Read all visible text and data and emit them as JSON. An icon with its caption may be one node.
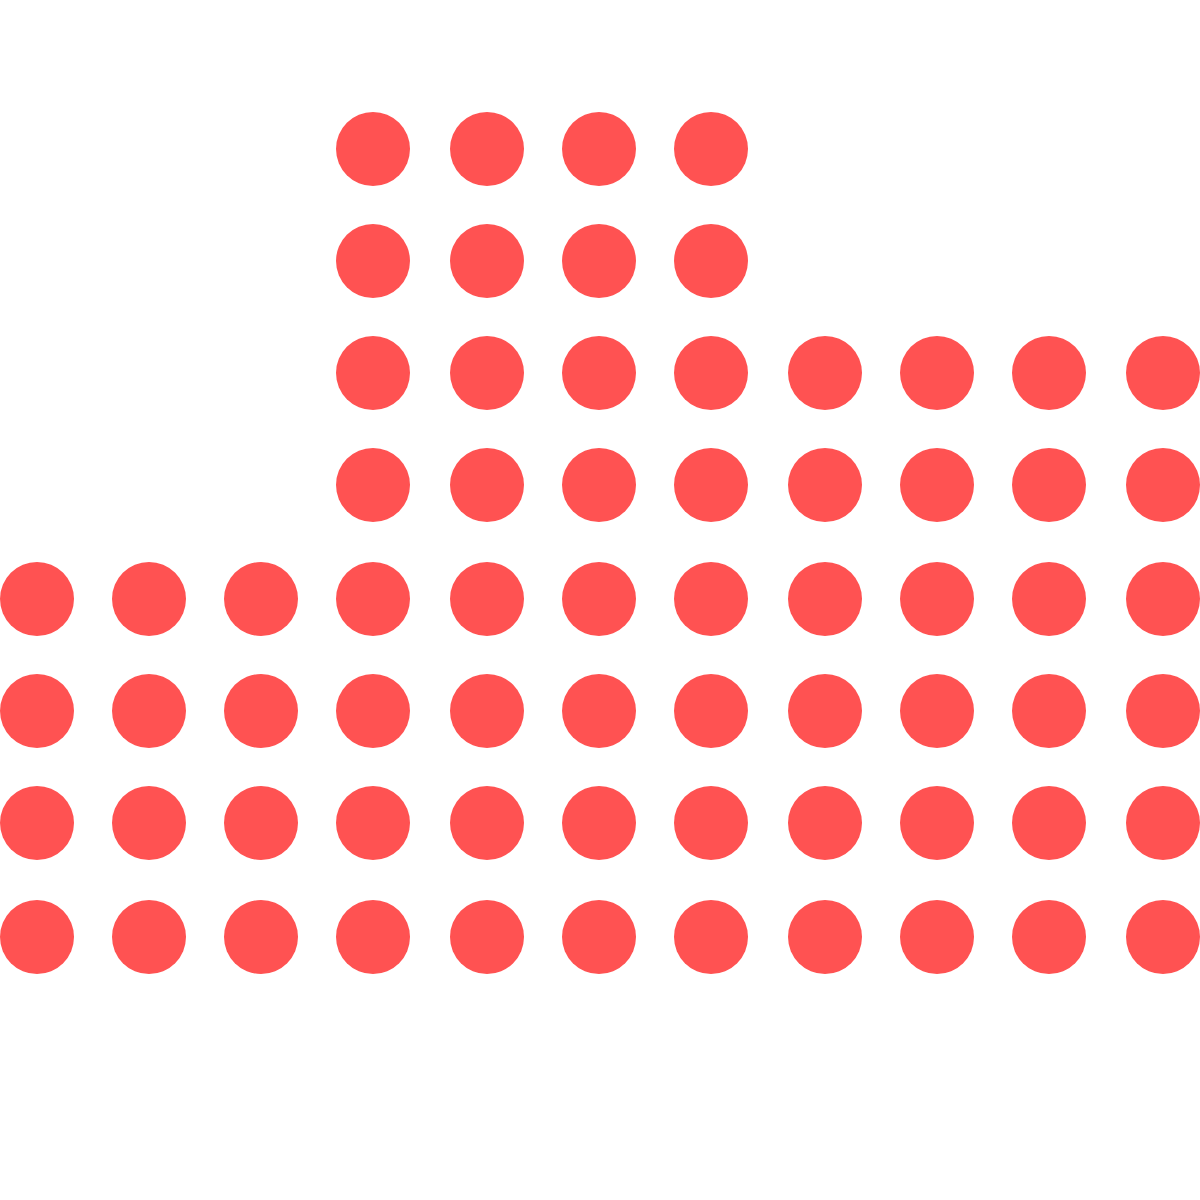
{
  "diagram": {
    "nodes": [
      {
        "text": [],
        "shape": "circle"
      },
      {
        "text": [],
        "shape": "circle"
      },
      {
        "text": [],
        "shape": "circle"
      },
      {
        "text": [],
        "shape": "circle"
      },
      {
        "text": [],
        "shape": "circle"
      },
      {
        "text": [],
        "shape": "circle"
      },
      {
        "text": [],
        "shape": "circle"
      },
      {
        "text": [],
        "shape": "circle"
      },
      {
        "text": [],
        "shape": "circle"
      },
      {
        "text": [],
        "shape": "circle"
      },
      {
        "text": [],
        "shape": "circle"
      },
      {
        "text": [],
        "shape": "circle"
      },
      {
        "text": [],
        "shape": "circle"
      },
      {
        "text": [],
        "shape": "circle"
      },
      {
        "text": [],
        "shape": "circle"
      },
      {
        "text": [],
        "shape": "circle"
      },
      {
        "text": [],
        "shape": "circle"
      },
      {
        "text": [],
        "shape": "circle"
      },
      {
        "text": [],
        "shape": "circle"
      },
      {
        "text": [],
        "shape": "circle"
      },
      {
        "text": [],
        "shape": "circle"
      },
      {
        "text": [],
        "shape": "circle"
      },
      {
        "text": [],
        "shape": "circle"
      },
      {
        "text": [],
        "shape": "circle"
      },
      {
        "text": [],
        "shape": "circle"
      },
      {
        "text": [],
        "shape": "circle"
      },
      {
        "text": [],
        "shape": "circle"
      },
      {
        "text": [],
        "shape": "circle"
      },
      {
        "text": [],
        "shape": "circle"
      },
      {
        "text": [],
        "shape": "circle"
      },
      {
        "text": [],
        "shape": "circle"
      },
      {
        "text": [],
        "shape": "circle"
      },
      {
        "text": [],
        "shape": "circle"
      },
      {
        "text": [],
        "shape": "circle"
      },
      {
        "text": [],
        "shape": "circle"
      },
      {
        "text": [],
        "shape": "circle"
      },
      {
        "text": [],
        "shape": "circle"
      },
      {
        "text": [],
        "shape": "circle"
      },
      {
        "text": [],
        "shape": "circle"
      },
      {
        "text": [],
        "shape": "circle"
      },
      {
        "text": [],
        "shape": "circle"
      },
      {
        "text": [],
        "shape": "circle"
      },
      {
        "text": [],
        "shape": "circle"
      },
      {
        "text": [],
        "shape": "circle"
      },
      {
        "text": [],
        "shape": "circle"
      },
      {
        "text": [],
        "shape": "circle"
      },
      {
        "text": [],
        "shape": "circle"
      },
      {
        "text": [],
        "shape": "circle"
      },
      {
        "text": [],
        "shape": "circle"
      },
      {
        "text": [],
        "shape": "circle"
      },
      {
        "text": [],
        "shape": "circle"
      },
      {
        "text": [],
        "shape": "circle"
      },
      {
        "text": [],
        "shape": "circle"
      },
      {
        "text": [],
        "shape": "circle"
      },
      {
        "text": [],
        "shape": "circle"
      },
      {
        "text": [],
        "shape": "circle"
      },
      {
        "text": [],
        "shape": "circle"
      },
      {
        "text": [],
        "shape": "circle"
      },
      {
        "text": [],
        "shape": "circle"
      },
      {
        "text": [],
        "shape": "circle"
      },
      {
        "text": [],
        "shape": "circle"
      },
      {
        "text": [],
        "shape": "circle"
      },
      {
        "text": [],
        "shape": "circle"
      },
      {
        "text": [],
        "shape": "circle"
      },
      {
        "text": [],
        "shape": "circle"
      },
      {
        "text": [],
        "shape": "circle"
      },
      {
        "text": [],
        "shape": "circle"
      },
      {
        "text": [],
        "shape": "circle"
      }
    ]
  }
}
